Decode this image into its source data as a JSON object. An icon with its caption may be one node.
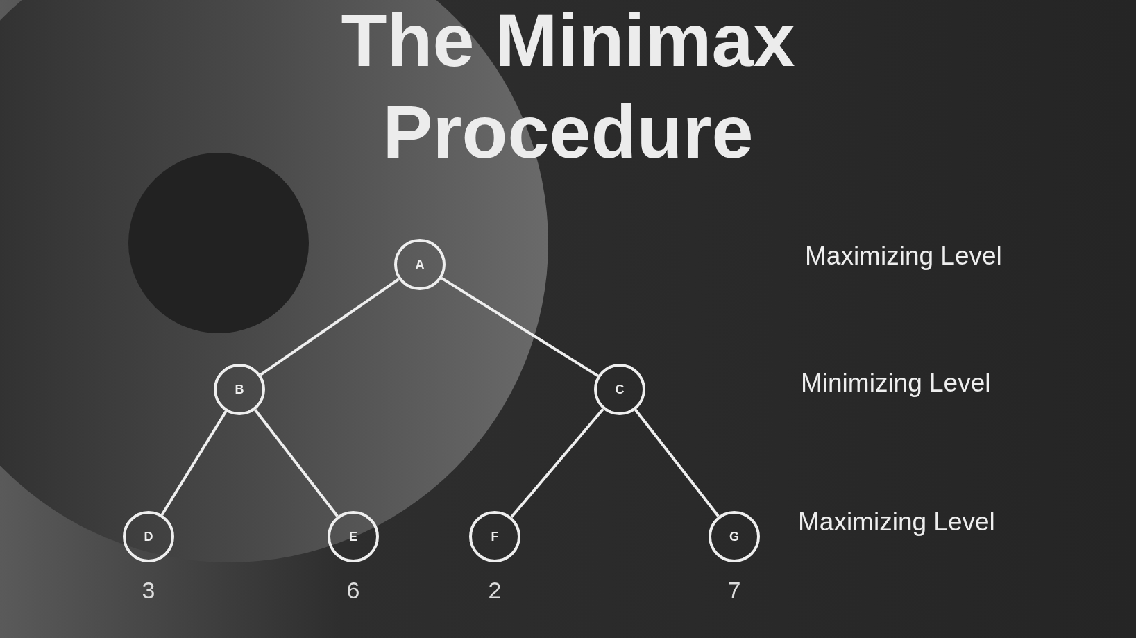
{
  "diagram": {
    "title": "The Minimax Procedure",
    "nodes": [
      {
        "text": [
          "A"
        ]
      },
      {
        "text": [
          "B"
        ]
      },
      {
        "text": [
          "C"
        ]
      },
      {
        "text": [
          "D"
        ],
        "beside": [
          "3"
        ]
      },
      {
        "text": [
          "E"
        ],
        "beside": [
          "6"
        ]
      },
      {
        "text": [
          "F"
        ],
        "beside": [
          "2"
        ]
      },
      {
        "text": [
          "G"
        ],
        "beside": [
          "7"
        ]
      }
    ],
    "edges": [
      {
        "from": 0,
        "to": 1,
        "arrow": "none"
      },
      {
        "from": 0,
        "to": 2,
        "arrow": "none"
      },
      {
        "from": 1,
        "to": 3,
        "arrow": "none"
      },
      {
        "from": 1,
        "to": 4,
        "arrow": "none"
      },
      {
        "from": 2,
        "to": 5,
        "arrow": "none"
      },
      {
        "from": 2,
        "to": 6,
        "arrow": "none"
      }
    ],
    "labels": [
      "Maximizing Level",
      "Minimizing Level",
      "Maximizing Level"
    ]
  }
}
